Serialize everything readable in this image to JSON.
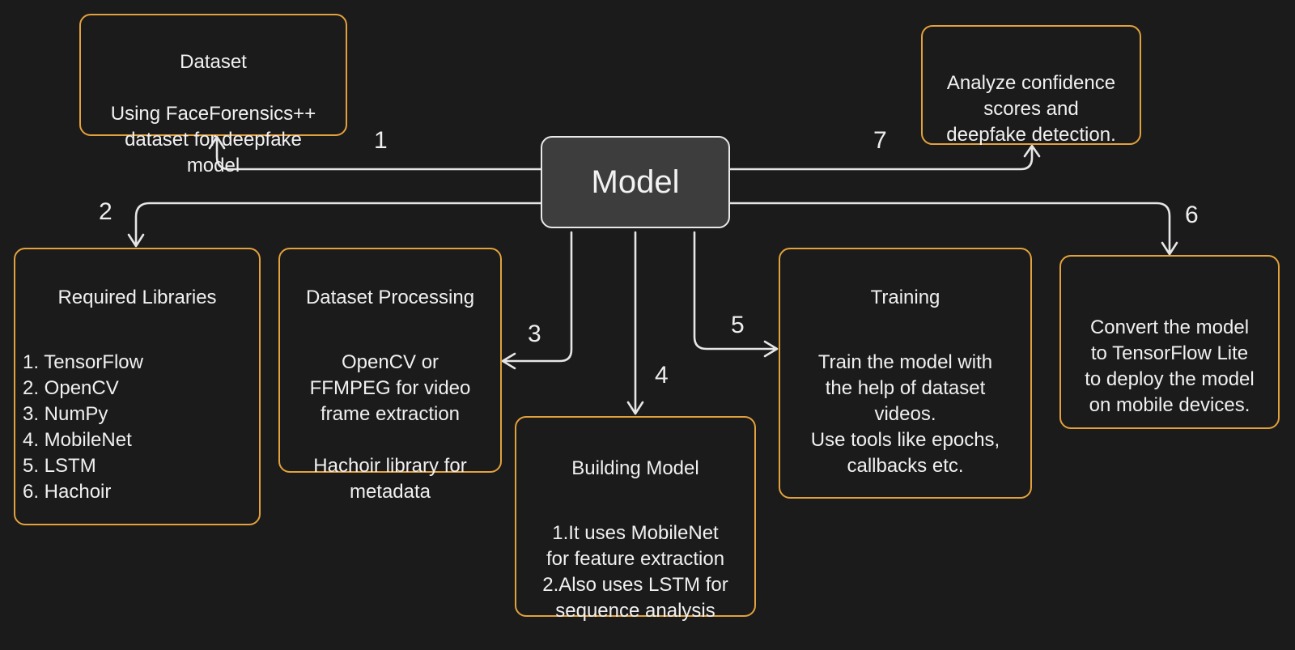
{
  "center": {
    "label": "Model"
  },
  "steps": [
    {
      "number": "1",
      "title": "Dataset",
      "body": "Using FaceForensics++\ndataset for deepfake\nmodel"
    },
    {
      "number": "2",
      "title": "Required Libraries",
      "body": "1. TensorFlow\n2. OpenCV\n3. NumPy\n4. MobileNet\n5. LSTM\n6. Hachoir"
    },
    {
      "number": "3",
      "title": "Dataset Processing",
      "body": "OpenCV or\nFFMPEG for video\nframe extraction\n\nHachoir library for\nmetadata"
    },
    {
      "number": "4",
      "title": "Building Model",
      "body": "1.It uses MobileNet\nfor feature extraction\n2.Also uses LSTM for\nsequence analysis"
    },
    {
      "number": "5",
      "title": "Training",
      "body": "Train the model with\nthe help of dataset\nvideos.\nUse tools like epochs,\ncallbacks etc."
    },
    {
      "number": "6",
      "title": "",
      "body": "Convert the model\nto TensorFlow Lite\nto deploy the model\non mobile devices."
    },
    {
      "number": "7",
      "title": "",
      "body": "Analyze confidence\nscores and\ndeepfake detection."
    }
  ],
  "colors": {
    "background": "#1b1b1b",
    "box_border": "#e3a13c",
    "center_fill": "#3d3d3d",
    "line": "#e6e6e6",
    "text": "#f0f0f0"
  }
}
